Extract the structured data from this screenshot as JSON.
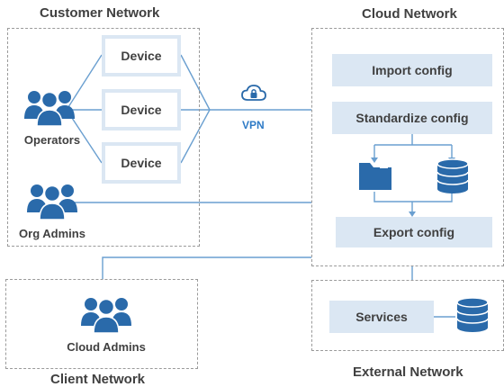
{
  "sections": {
    "customer": "Customer Network",
    "cloud": "Cloud Network",
    "client": "Client Network",
    "external": "External Network"
  },
  "devices": [
    "Device",
    "Device",
    "Device"
  ],
  "people": {
    "operators": "Operators",
    "org_admins": "Org Admins",
    "cloud_admins": "Cloud Admins"
  },
  "vpn": {
    "label": "VPN"
  },
  "steps": {
    "import": "Import config",
    "standardize": "Standardize config",
    "export": "Export config"
  },
  "services": {
    "label": "Services"
  },
  "colors": {
    "line": "#6a9fd0",
    "icon": "#2a6aaa",
    "box_fill": "#dbe7f3",
    "dashed_border": "#9a9a9a"
  }
}
